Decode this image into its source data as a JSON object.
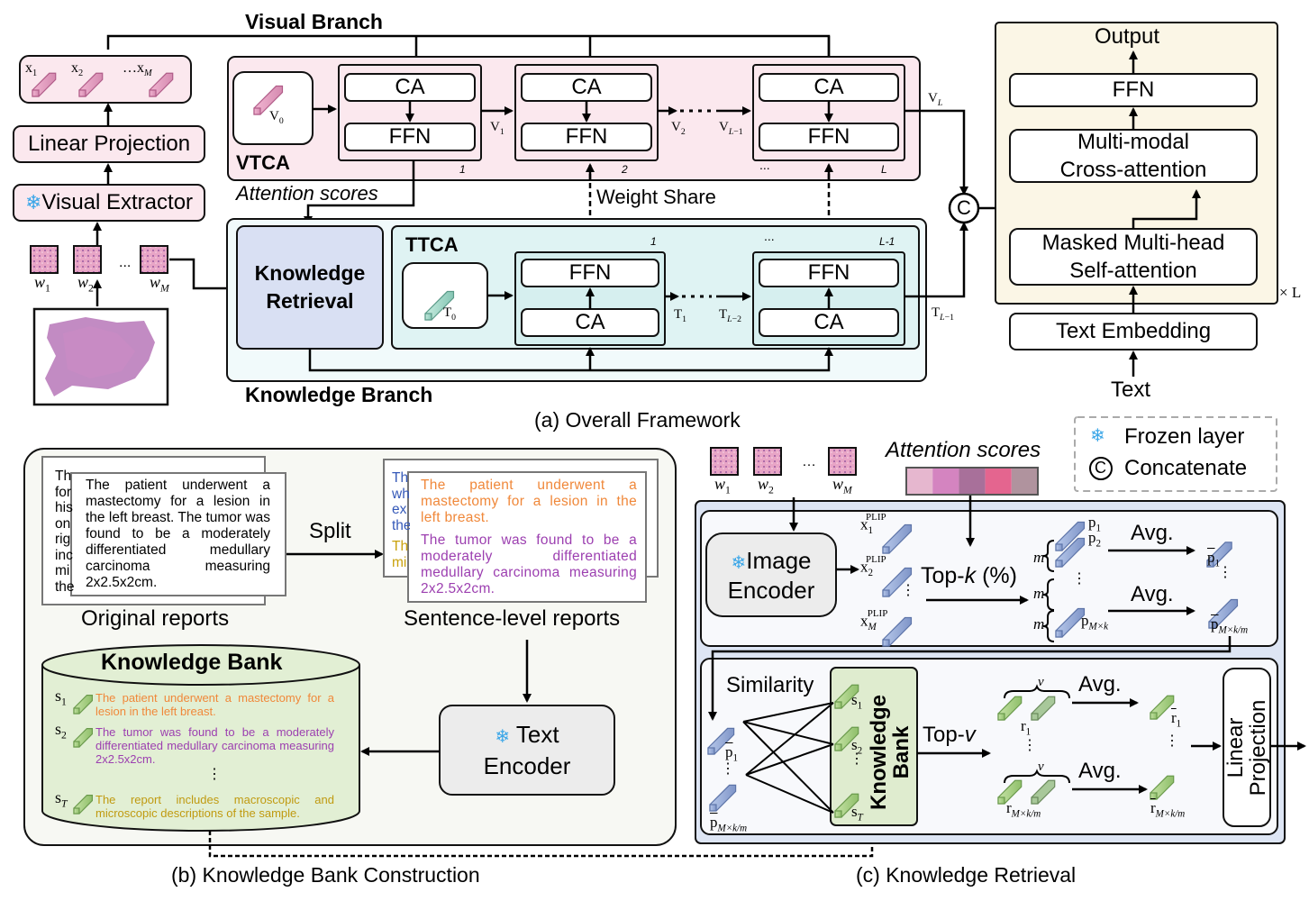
{
  "panel_a": {
    "caption": "(a) Overall Framework",
    "visual_branch_title": "Visual Branch",
    "knowledge_branch_title": "Knowledge Branch",
    "patch_tokens": [
      "x1",
      "x2",
      "xM"
    ],
    "linear_projection": "Linear Projection",
    "visual_extractor": "Visual Extractor",
    "patches": [
      "w1",
      "w2",
      "wM"
    ],
    "ellipsis": "...",
    "vtca": {
      "title": "VTCA",
      "init_token": "V0",
      "blocks": [
        {
          "top": "CA",
          "bottom": "FFN",
          "index": "1",
          "out": "V1"
        },
        {
          "top": "CA",
          "bottom": "FFN",
          "index": "2",
          "out": "V2"
        },
        {
          "top": "CA",
          "bottom": "FFN",
          "index": "L",
          "in": "VL-1",
          "out": "VL"
        }
      ],
      "ellipsis": "..."
    },
    "attention_scores": "Attention scores",
    "weight_share": "Weight Share",
    "knowledge_retrieval": "Knowledge Retrieval",
    "ttca": {
      "title": "TTCA",
      "init_token": "T0",
      "blocks": [
        {
          "top": "FFN",
          "bottom": "CA",
          "index": "1",
          "out": "T1"
        },
        {
          "top": "FFN",
          "bottom": "CA",
          "index": "L-1",
          "in": "TL-2",
          "out": "TL-1"
        }
      ],
      "ellipsis": "..."
    },
    "concat_symbol": "C",
    "decoder": {
      "output": "Output",
      "ffn": "FFN",
      "cross_attention_line1": "Multi-modal",
      "cross_attention_line2": "Cross-attention",
      "self_attention_line1": "Masked Multi-head",
      "self_attention_line2": "Self-attention",
      "repeat": "× L",
      "text_embedding": "Text Embedding",
      "text_input": "Text"
    }
  },
  "panel_b": {
    "caption": "(b) Knowledge Bank Construction",
    "original_report_back": "This ... for ... his ... on ... rig ... inc ... mi ... the",
    "original_report_front": "The patient underwent a mastectomy for a lesion in the left breast. The tumor was found to be a moderately differentiated medullary carcinoma measuring 2x2.5x2cm.",
    "original_reports_label": "Original reports",
    "split_label": "Split",
    "sentence_back_blue": "Th... wh... ex... the",
    "sentence_back_gold": "Th... mi",
    "sentence_1": "The patient underwent a mastectomy for a lesion in the left breast.",
    "sentence_2": "The tumor was found to be a moderately differentiated medullary carcinoma measuring 2x2.5x2cm.",
    "sentence_level_label": "Sentence-level reports",
    "text_encoder_line1": "Text",
    "text_encoder_line2": "Encoder",
    "knowledge_bank": {
      "title": "Knowledge Bank",
      "entries": [
        {
          "id": "s1",
          "text": "The patient underwent a mastectomy for a lesion in the left breast.",
          "color": "#f0883a"
        },
        {
          "id": "s2",
          "text": "The tumor was found to be a moderately differentiated medullary carcinoma measuring 2x2.5x2cm.",
          "color": "#9c3fb0"
        },
        {
          "id": "sT",
          "text": "The report includes macroscopic and microscopic descriptions of the sample.",
          "color": "#c09a10"
        }
      ],
      "vdots": "⋮"
    }
  },
  "panel_c": {
    "caption": "(c) Knowledge Retrieval",
    "patches": [
      "w1",
      "w2",
      "wM"
    ],
    "attention_scores": "Attention scores",
    "attention_colors": [
      "#e6b7cf",
      "#d484c0",
      "#a8709a",
      "#e4658f",
      "#b0939e"
    ],
    "image_encoder_line1": "Image",
    "image_encoder_line2": "Encoder",
    "plip_features": [
      "x1 PLIP",
      "x2 PLIP",
      "xM PLIP"
    ],
    "topk_label": "Top-k (%)",
    "group_label": "m",
    "selected": [
      "p1",
      "p2",
      "pM×k"
    ],
    "avg_label": "Avg.",
    "pooled": [
      "p̄1",
      "p̄M×k/m"
    ],
    "similarity_label": "Similarity",
    "query": [
      "p̄1",
      "p̄M×k/m"
    ],
    "bank_title_line1": "Knowledge",
    "bank_title_line2": "Bank",
    "bank_items": [
      "s1",
      "s2",
      "sT"
    ],
    "topv_label": "Top-v",
    "v_label": "v",
    "retrieved": [
      "r1",
      "rM×k/m"
    ],
    "retrieved_avg": [
      "r̄1",
      "r̄M×k/m"
    ],
    "linear_projection_line1": "Linear",
    "linear_projection_line2": "Projection"
  },
  "legend": {
    "frozen": "Frozen layer",
    "concatenate": "Concatenate"
  }
}
